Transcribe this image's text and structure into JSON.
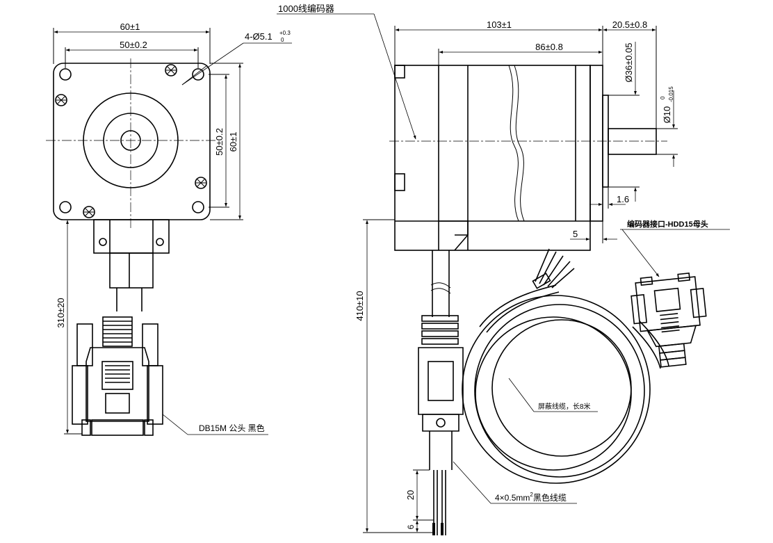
{
  "front_view": {
    "width_outer": "60±1",
    "width_holes": "50±0.2",
    "hole_spec": "4-Ø5.1",
    "hole_tol_upper": "+0.3",
    "hole_tol_lower": "0",
    "height_holes": "50±0.2",
    "height_outer": "60±1",
    "cable_length": "310±20",
    "connector_label": "DB15M 公头 黑色"
  },
  "side_view": {
    "encoder_label": "1000线编码器",
    "body_length": "103±1",
    "shaft_length": "20.5±0.8",
    "mid_length": "86±0.8",
    "pilot_dia": "Ø36±0.05",
    "shaft_dia": "Ø10",
    "shaft_tol_upper": "0",
    "shaft_tol_lower": "-0.015",
    "pilot_depth": "1.6",
    "flange_thk": "5",
    "encoder_conn_label": "编码器接口-HDD15母头",
    "total_length": "410±10",
    "shield_label": "屏蔽线缆，长8米",
    "wire_strip": "20",
    "wire_tip": "6",
    "power_wire_prefix": "4×0.5mm",
    "power_wire_sup": "2",
    "power_wire_suffix": "黑色线缆"
  }
}
